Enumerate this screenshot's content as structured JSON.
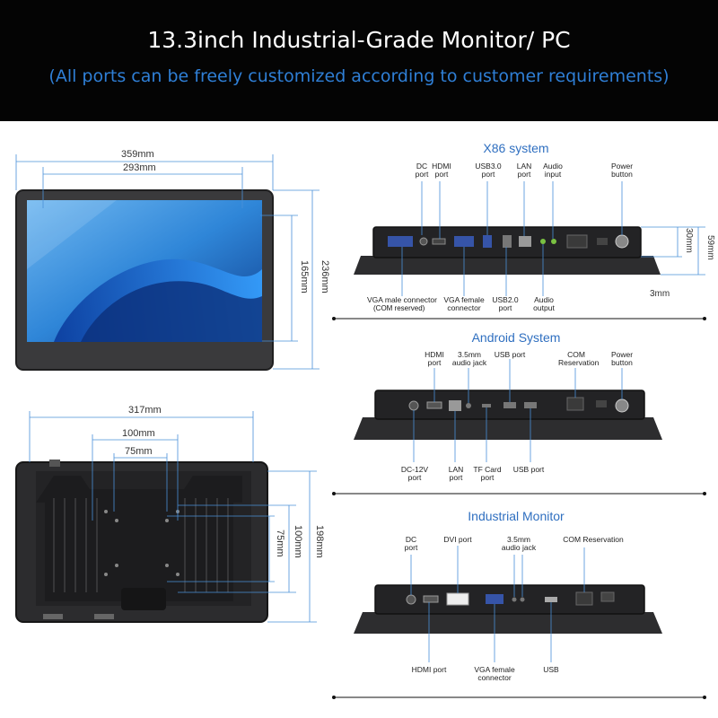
{
  "header": {
    "title": "13.3inch Industrial-Grade Monitor/ PC",
    "subtitle": "(All ports can be freely customized according to customer requirements)"
  },
  "front_view": {
    "width": "359mm",
    "screen_width": "293mm",
    "screen_height": "165mm",
    "height": "236mm"
  },
  "rear_view": {
    "width": "317mm",
    "vesa_outer": "100mm",
    "vesa_inner": "75mm",
    "vesa_outer_v": "100mm",
    "vesa_inner_v": "75mm",
    "height": "198mm"
  },
  "x86": {
    "title": "X86 system",
    "top_labels": [
      "DC\nport",
      "HDMI\nport",
      "USB3.0\nport",
      "LAN\nport",
      "Audio\ninput",
      "Power\nbutton"
    ],
    "bottom_labels": [
      "VGA male connector",
      "VGA female\nconnector",
      "USB2.0\nport",
      "Audio\noutput"
    ],
    "com_note": "(COM reserved)",
    "depth_total": "59mm",
    "depth_body": "30mm",
    "bezel": "3mm"
  },
  "android": {
    "title": "Android System",
    "top_labels": [
      "HDMI\nport",
      "3.5mm\naudio jack",
      "USB port",
      "COM\nReservation",
      "Power\nbutton"
    ],
    "bottom_labels": [
      "DC-12V\nport",
      "LAN\nport",
      "TF Card\nport",
      "USB port"
    ]
  },
  "industrial": {
    "title": "Industrial Monitor",
    "top_labels": [
      "DC\nport",
      "DVI port",
      "3.5mm\naudio jack",
      "COM Reservation"
    ],
    "bottom_labels": [
      "HDMI port",
      "VGA female\nconnector",
      "USB"
    ]
  },
  "colors": {
    "dimension_line": "#4a90d9",
    "section_title": "#2f6fc0",
    "subtitle": "#2f7fd6",
    "banner": "#040404"
  }
}
